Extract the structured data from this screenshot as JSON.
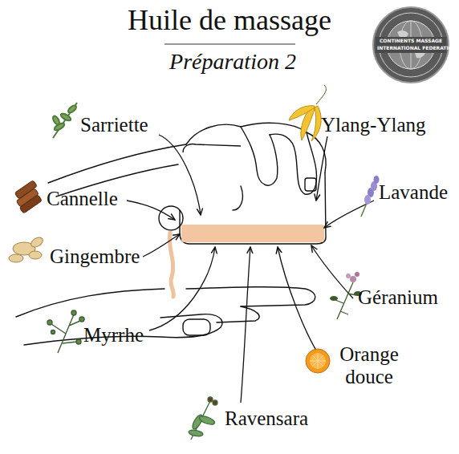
{
  "diagram": {
    "title": "Huile de massage",
    "labels": [
      "Préparation 2",
      "CONTINENTS MASSAGE",
      "INTERNATIONAL FEDERATION",
      "Sarriette",
      "Ylang-Ylang",
      "Cannelle",
      "Lavande",
      "Gingembre",
      "Géranium",
      "Myrrhe",
      "Orange douce",
      "Ravensara"
    ]
  }
}
